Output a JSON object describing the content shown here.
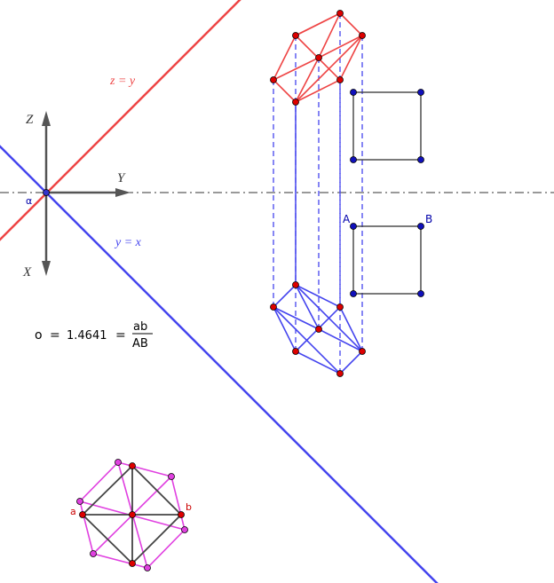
{
  "labels": {
    "z_eq_y": "z = y",
    "y_eq_x": "y = x",
    "axis_z": "Z",
    "axis_y": "Y",
    "axis_x": "X",
    "origin": "α",
    "point_A": "A",
    "point_B": "B",
    "point_a": "a",
    "point_b": "b"
  },
  "ratio": {
    "symbol": "ο",
    "equals": "=",
    "value": "1.4641",
    "numerator": "ab",
    "denominator": "AB"
  },
  "colors": {
    "red": "#ee4444",
    "blue": "#4444ee",
    "dark_blue": "#0000aa",
    "magenta": "#e040e0",
    "gray": "#444444",
    "point_red": "#dd0000"
  }
}
